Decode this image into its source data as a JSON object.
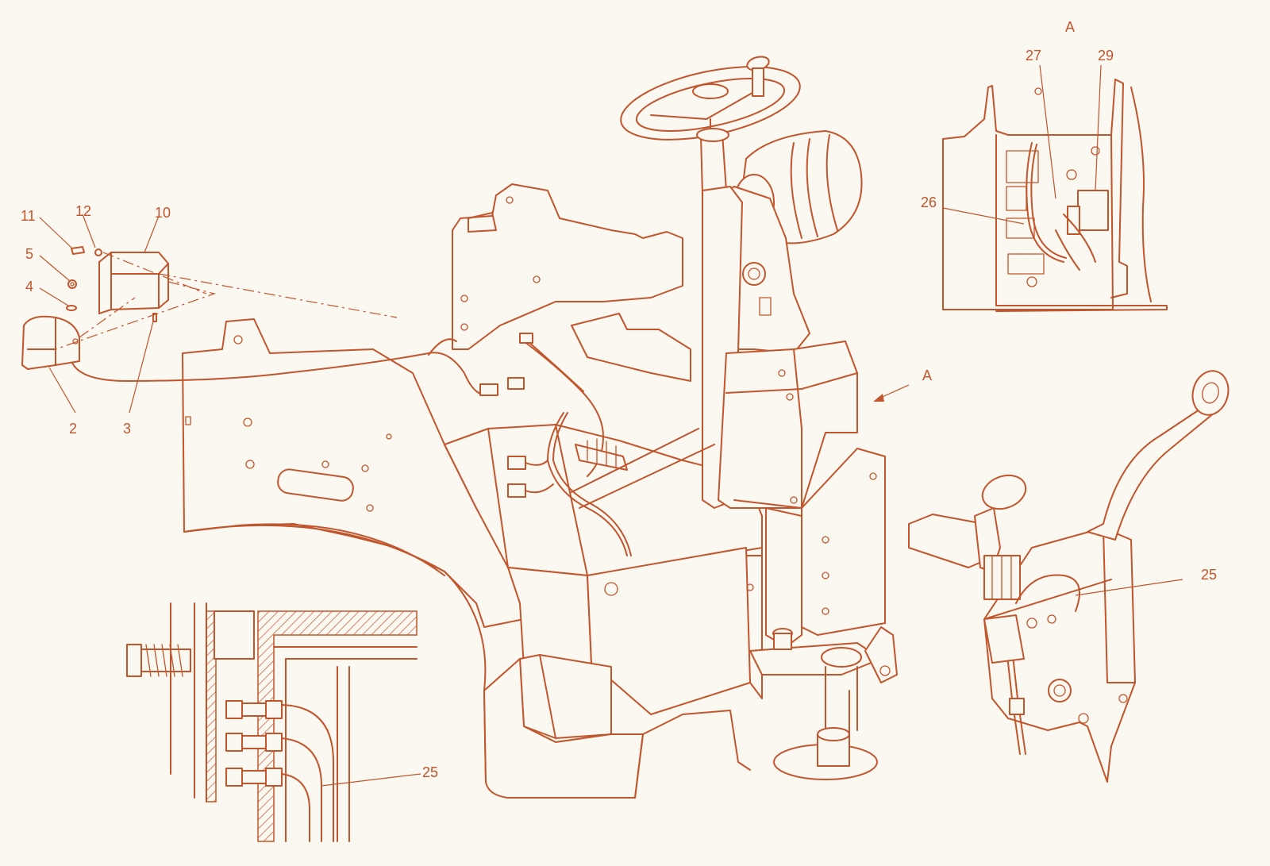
{
  "colors": {
    "line": "#c1552b",
    "background": "#fbf7f1"
  },
  "callouts": {
    "c11": "11",
    "c12": "12",
    "c10": "10",
    "c5": "5",
    "c4": "4",
    "c2": "2",
    "c3": "3",
    "cA_main": "A",
    "cA_inset": "A",
    "c27": "27",
    "c29": "29",
    "c26": "26",
    "c25_right": "25",
    "c25_bottom": "25"
  }
}
